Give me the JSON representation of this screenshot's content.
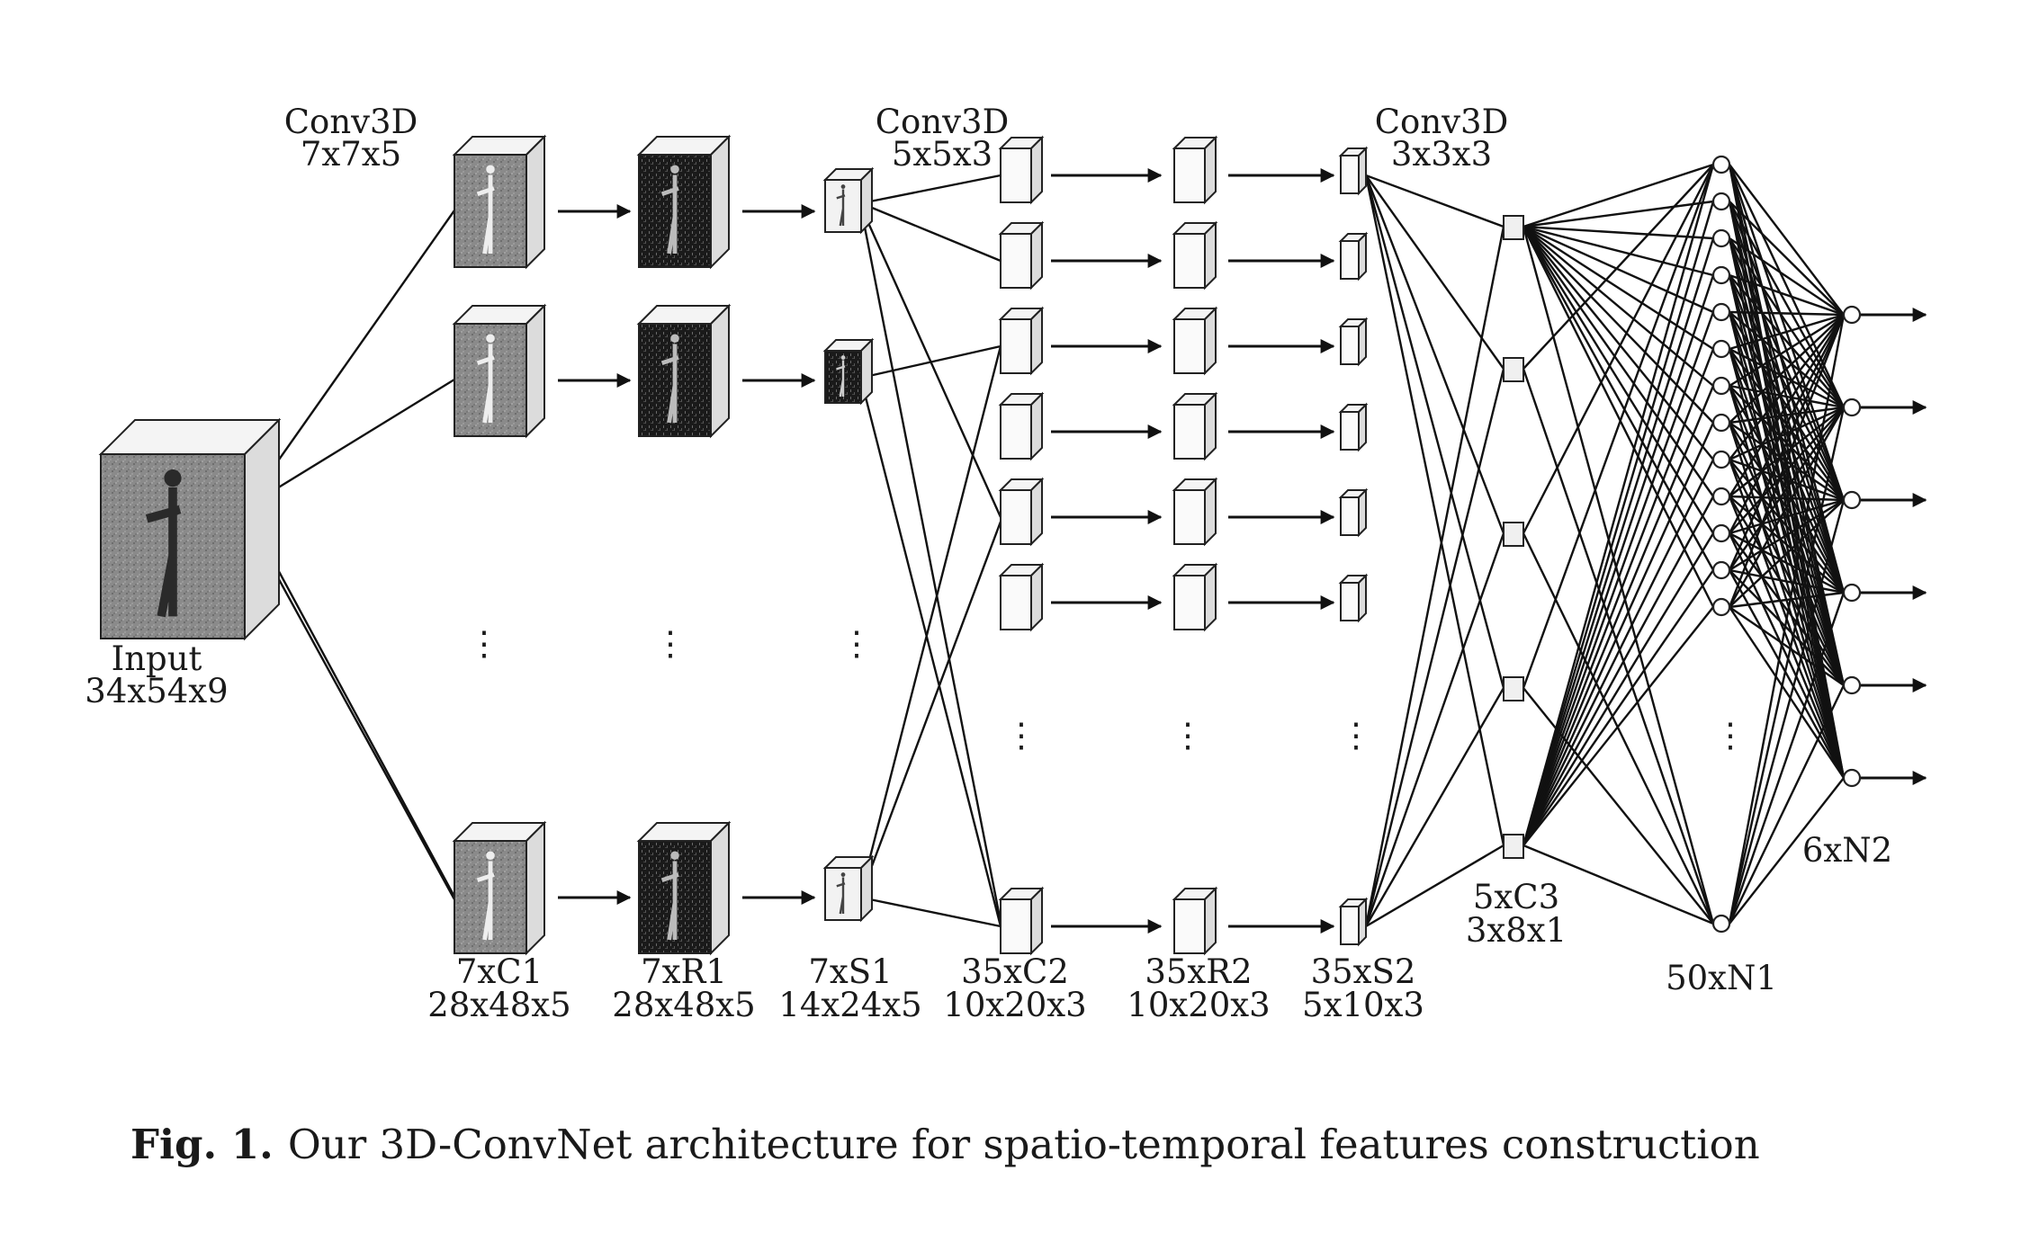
{
  "labels": {
    "conv1": [
      "Conv3D",
      "7x7x5"
    ],
    "conv2": [
      "Conv3D",
      "5x5x3"
    ],
    "conv3": [
      "Conv3D",
      "3x3x3"
    ],
    "input": [
      "Input",
      "34x54x9"
    ],
    "c1": [
      "7xC1",
      "28x48x5"
    ],
    "r1": [
      "7xR1",
      "28x48x5"
    ],
    "s1": [
      "7xS1",
      "14x24x5"
    ],
    "c2": [
      "35xC2",
      "10x20x3"
    ],
    "r2": [
      "35xR2",
      "10x20x3"
    ],
    "s2": [
      "35xS2",
      "5x10x3"
    ],
    "c3": [
      "5xC3",
      "3x8x1"
    ],
    "n1": [
      "50xN1"
    ],
    "n2": [
      "6xN2"
    ]
  },
  "caption": {
    "prefix": "Fig. 1.",
    "text": "Our 3D-ConvNet architecture for spatio-temporal features construction"
  },
  "ellipsis": "⋮"
}
